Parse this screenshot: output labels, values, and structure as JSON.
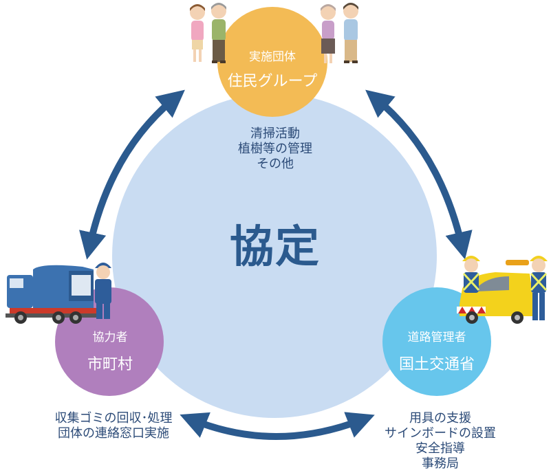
{
  "center": {
    "title": "協定"
  },
  "top": {
    "role": "実施団体",
    "name": "住民グループ",
    "activities": [
      "清掃活動",
      "植樹等の管理",
      "その他"
    ]
  },
  "left": {
    "role": "協力者",
    "name": "市町村",
    "activities": [
      "収集ゴミの回収･処理",
      "団体の連絡窓口実施"
    ]
  },
  "right": {
    "role": "道路管理者",
    "name": "国土交通省",
    "activities": [
      "用具の支援",
      "サインボードの設置",
      "安全指導",
      "事務局"
    ]
  },
  "colors": {
    "big_circle": "#c9dcf2",
    "top_circle": "#f3bb55",
    "left_circle": "#b07fbd",
    "right_circle": "#67c6ec",
    "arrow": "#2b5a8e",
    "text": "#2b4a77"
  },
  "icons": {
    "people_top_left": "resident-couple-icon",
    "people_top_right": "resident-couple-icon",
    "garbage_truck": "garbage-truck-icon",
    "worker": "sanitation-worker-icon",
    "patrol_car": "road-patrol-car-icon",
    "road_workers": "road-worker-icon"
  }
}
